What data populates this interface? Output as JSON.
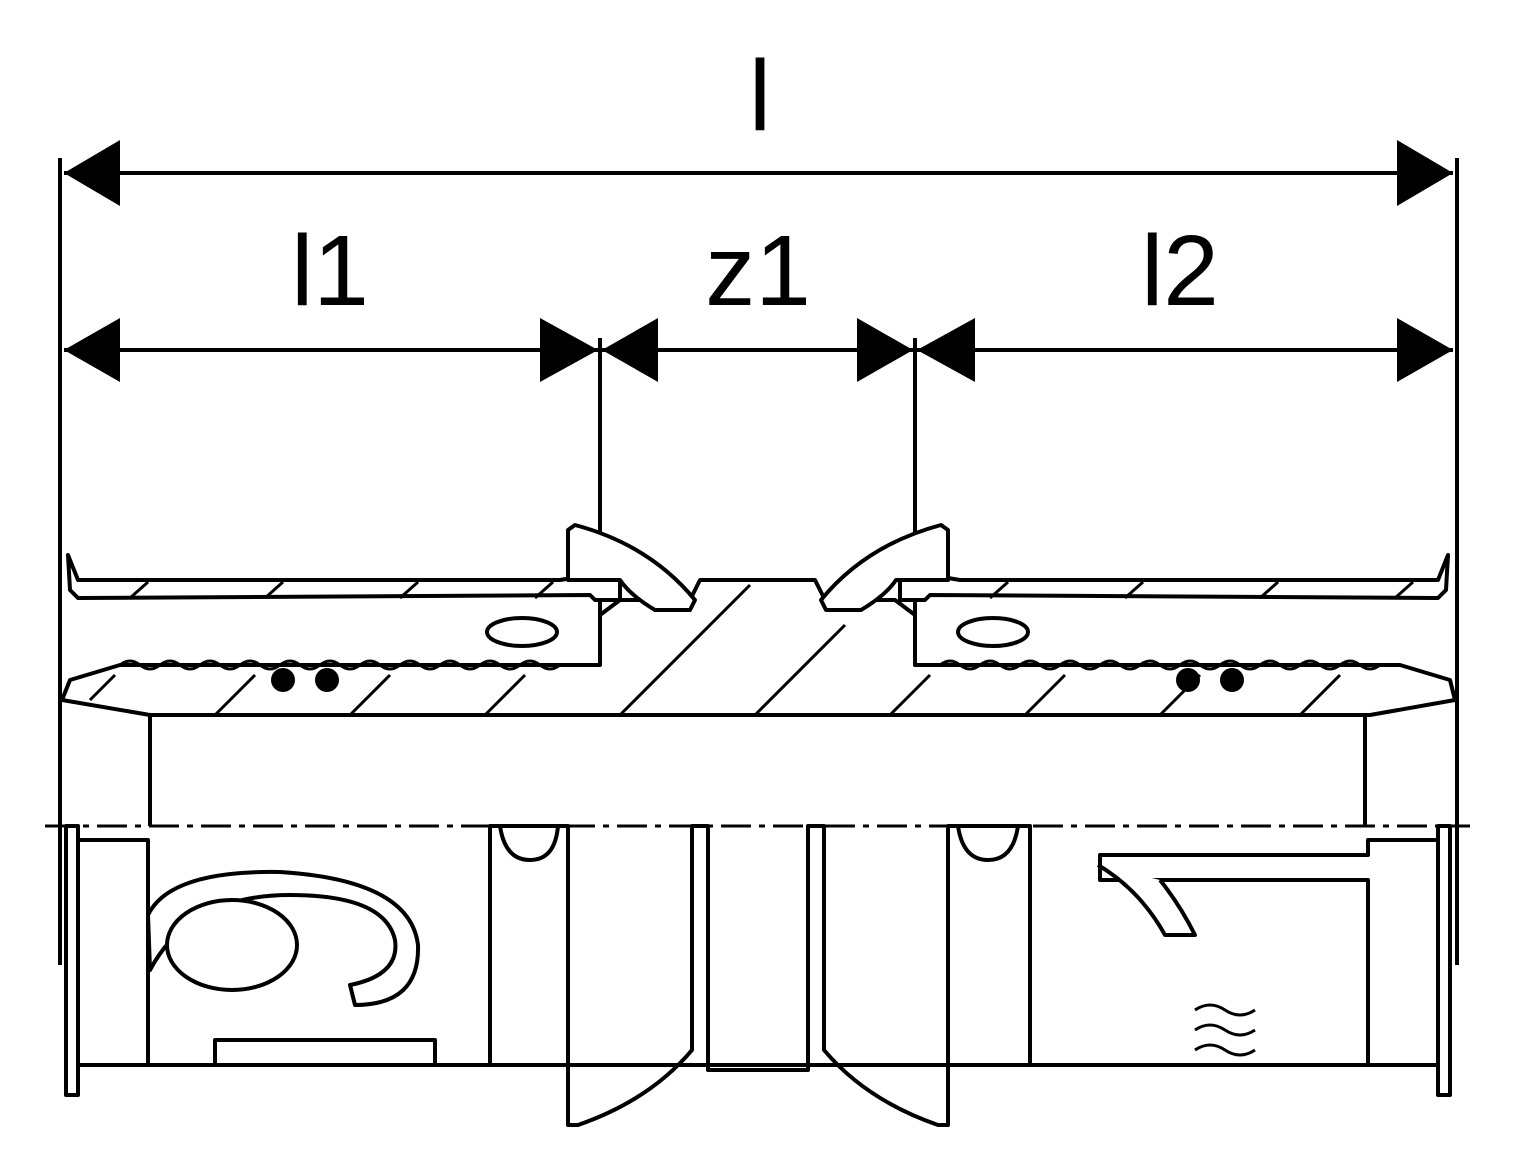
{
  "dimensions": {
    "overall": "l",
    "left_insertion": "l1",
    "center_gap": "z1",
    "right_insertion": "l2"
  },
  "colors": {
    "line": "#000000",
    "background": "#ffffff"
  }
}
